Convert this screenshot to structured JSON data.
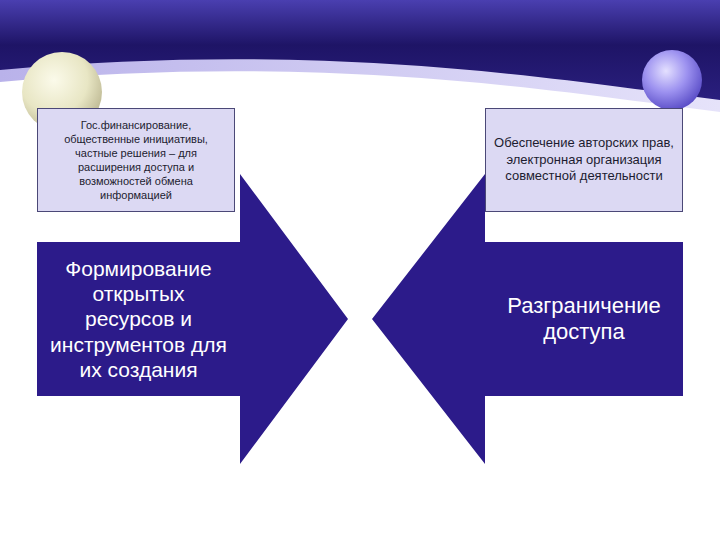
{
  "diagram": {
    "nodes": [
      {
        "text": [
          "Гос.финансирование, общественные инициативы, частные решения – для расширения доступа и возможностей обмена информацией"
        ]
      },
      {
        "text": [
          "Обеспечение авторских прав, электронная организация совместной деятельности"
        ]
      },
      {
        "text": [
          "Формирование открытых ресурсов и инструментов для их создания"
        ]
      },
      {
        "text": [
          "Разграничение доступа"
        ]
      }
    ]
  }
}
